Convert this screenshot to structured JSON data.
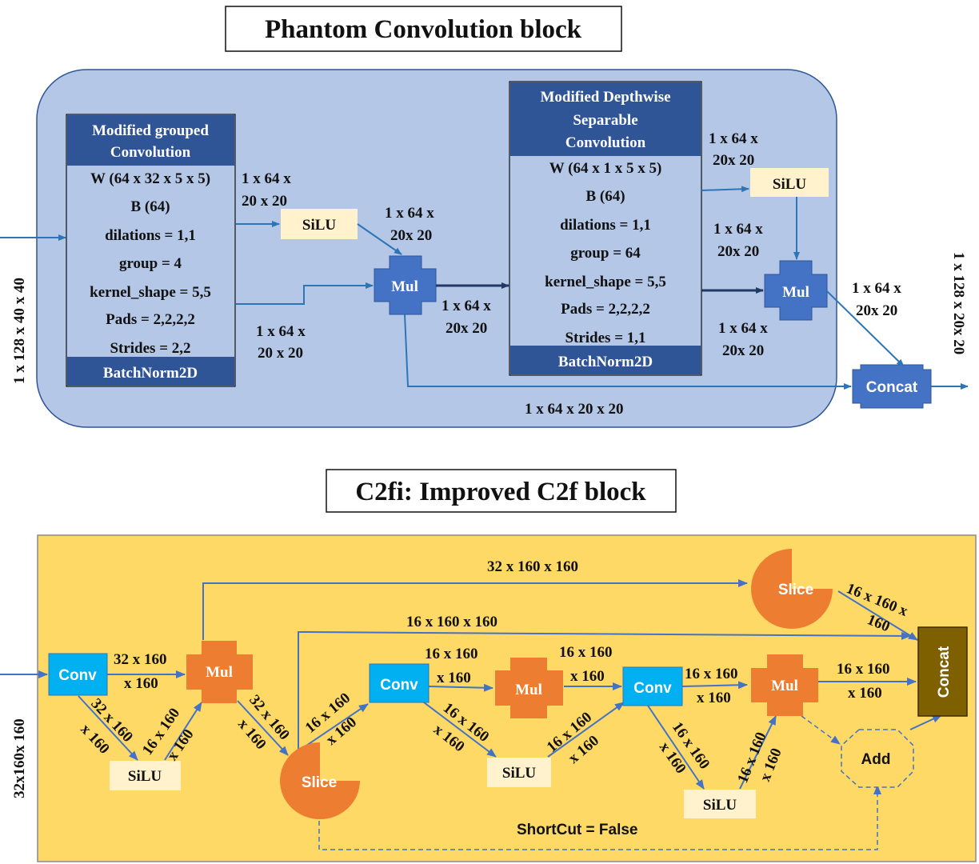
{
  "phantom": {
    "title": "Phantom Convolution block",
    "grouped_conv": {
      "header": [
        "Modified grouped",
        "Convolution"
      ],
      "params": [
        "W (64 x 32 x 5  x 5)",
        "B (64)",
        "dilations = 1,1",
        "group = 4",
        "kernel_shape = 5,5",
        "Pads = 2,2,2,2",
        "Strides = 2,2"
      ],
      "footer": "BatchNorm2D"
    },
    "dw_conv": {
      "header": [
        "Modified Depthwise",
        "Separable",
        "Convolution"
      ],
      "params": [
        "W (64 x 1 x 5  x 5)",
        "B (64)",
        "dilations = 1,1",
        "group = 64",
        "kernel_shape = 5,5",
        "Pads = 2,2,2,2",
        "Strides = 1,1"
      ],
      "footer": "BatchNorm2D"
    },
    "silu1": "SiLU",
    "silu2": "SiLU",
    "mul1": "Mul",
    "mul2": "Mul",
    "concat": "Concat",
    "input_label": "1 x 128 x 40 x 40",
    "output_label": "1 x 128 x 20x 20",
    "edge_labels": {
      "g_to_silu": [
        "1 x 64 x",
        "20 x 20"
      ],
      "silu_to_mul": [
        "1 x 64 x",
        "20x 20"
      ],
      "g_to_mul": [
        "1 x 64 x",
        "20 x 20"
      ],
      "mul_to_dw": [
        "1 x 64 x",
        "20x 20"
      ],
      "dw_to_silu": [
        "1 x 64 x",
        "20x 20"
      ],
      "silu_to_mul2": [
        "1 x 64 x",
        "20x 20"
      ],
      "dw_to_mul2": [
        "1 x 64 x",
        "20x 20"
      ],
      "mul2_to_concat": [
        "1 x 64 x",
        "20x 20"
      ],
      "bottom": "1 x 64 x 20 x 20"
    }
  },
  "c2fi": {
    "title": "C2fi: Improved C2f block",
    "input_label": "32x160x 160",
    "conv": "Conv",
    "silu": "SiLU",
    "mul": "Mul",
    "slice": "Slice",
    "add": "Add",
    "concat": "Concat",
    "shortcut": "ShortCut = False",
    "edge_labels": {
      "top_long": "32 x 160 x 160",
      "second_long": "16 x 160 x 160",
      "slice_to_concat": [
        "16 x 160 x",
        "160"
      ],
      "conv1_mul1": [
        "32 x 160",
        "x 160"
      ],
      "conv1_silu": [
        "32 x 160",
        "x 160"
      ],
      "silu_mul1": [
        "16 x 160",
        "x 160"
      ],
      "mul1_slice": [
        "32 x 160",
        "x 160"
      ],
      "slice_conv2": [
        "16 x 160",
        "x 160"
      ],
      "conv2_mul2": [
        "16 x 160",
        "x 160"
      ],
      "conv2_silu2": [
        "16 x 160",
        "x 160"
      ],
      "mul2_conv3": [
        "16 x 160",
        "x 160"
      ],
      "silu2_conv3": [
        "16 x 160",
        "x 160"
      ],
      "conv3_mul3": [
        "16 x 160",
        "x 160"
      ],
      "conv3_silu3": [
        "16 x 160",
        "x 160"
      ],
      "silu3_mul3": [
        "16 x 160",
        "x 160"
      ],
      "mul3_concat": [
        "16 x 160",
        "x 160"
      ]
    }
  },
  "colors": {
    "phantom_bg": "#b4c7e7",
    "header_blue": "#2f5597",
    "node_blue": "#4472c4",
    "silu_fill": "#fff2cc",
    "c2fi_bg": "#ffd966",
    "conv_fill": "#00b0f0",
    "orange": "#ed7d31",
    "concat_brown": "#7f6000",
    "arrow_blue": "#2e75b6",
    "dark_arrow": "#1f3864"
  }
}
